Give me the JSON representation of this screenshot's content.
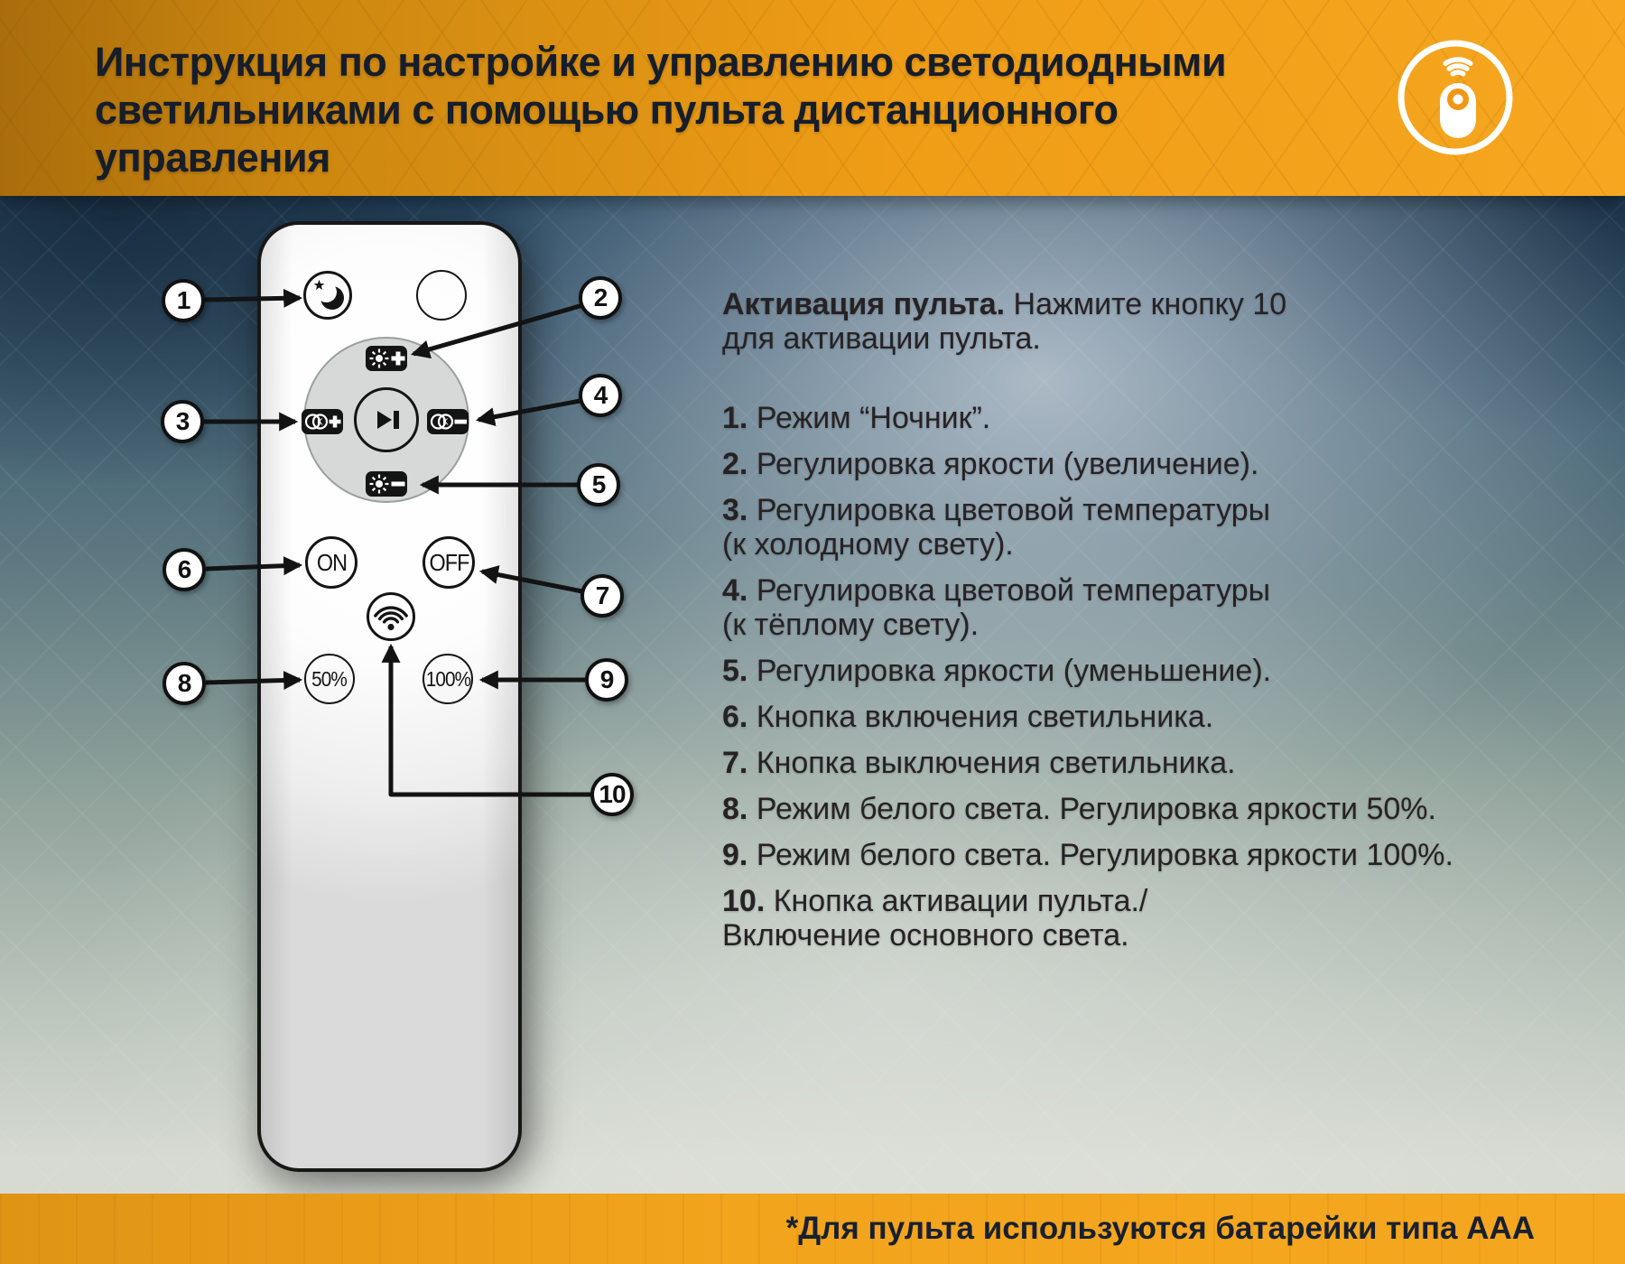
{
  "header": {
    "title_line1": "Инструкция по настройке и управлению светодиодными",
    "title_line2": "светильниками с помощью пульта дистанционного управления",
    "icon_name": "remote-signal-icon"
  },
  "remote": {
    "on_label": "ON",
    "off_label": "OFF",
    "half_label": "50%",
    "full_label": "100%",
    "icon_names": {
      "night": "star-moon-icon",
      "brightness_up": "sun-plus-icon",
      "cct_cool": "cct-plus-icon",
      "center": "play-pause-icon",
      "cct_warm": "cct-minus-icon",
      "brightness_down": "sun-minus-icon",
      "activate": "wifi-icon"
    }
  },
  "callouts": [
    "1",
    "2",
    "3",
    "4",
    "5",
    "6",
    "7",
    "8",
    "9",
    "10"
  ],
  "instructions": {
    "lead_bold": "Активация пульта.",
    "lead_text": "Нажмите кнопку 10\nдля активации пульта.",
    "items": [
      {
        "num": "1.",
        "text": "Режим “Ночник”."
      },
      {
        "num": "2.",
        "text": "Регулировка яркости (увеличение)."
      },
      {
        "num": "3.",
        "text": "Регулировка цветовой температуры\n(к холодному свету)."
      },
      {
        "num": "4.",
        "text": "Регулировка цветовой температуры\n(к тёплому свету)."
      },
      {
        "num": "5.",
        "text": "Регулировка яркости (уменьшение)."
      },
      {
        "num": "6.",
        "text": "Кнопка включения светильника."
      },
      {
        "num": "7.",
        "text": "Кнопка выключения светильника."
      },
      {
        "num": "8.",
        "text": "Режим белого света. Регулировка яркости 50%."
      },
      {
        "num": "9.",
        "text": "Режим белого света. Регулировка яркости 100%."
      },
      {
        "num": "10.",
        "text": "Кнопка активации пульта./\nВключение основного света."
      }
    ]
  },
  "footer": {
    "note": "*Для пульта используются батарейки типа AAA"
  },
  "colors": {
    "accent_orange": "#f09d16",
    "header_text": "#161d2b",
    "body_text": "#262224",
    "button_black": "#141414"
  }
}
